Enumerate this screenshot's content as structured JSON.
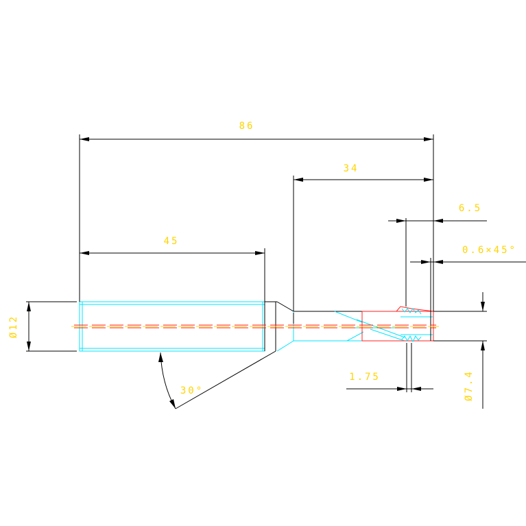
{
  "drawing": {
    "colors": {
      "background": "#ffffff",
      "outline": "#000000",
      "part_edges": "#00e5ff",
      "thread_section": "#ff2020",
      "dimension_text": "#ffd400",
      "centerline": "#ff2020"
    },
    "dimensions": {
      "overall_length": "86",
      "body_length": "45",
      "neck_length": "34",
      "tip_length": "6.5",
      "chamfer": "0.6×45°",
      "pitch": "1.75",
      "angle": "30°",
      "diameter_large": "Ø12",
      "diameter_small": "Ø7.4"
    }
  }
}
